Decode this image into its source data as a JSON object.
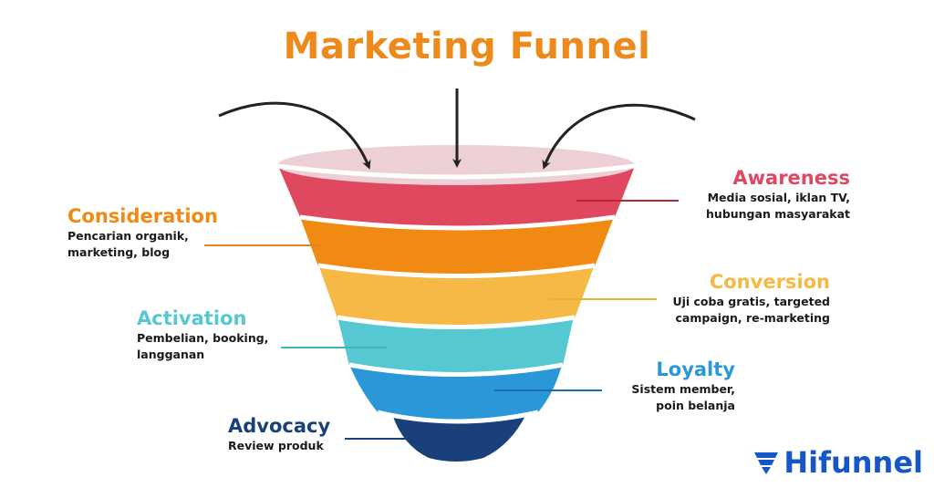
{
  "title": "Marketing Funnel",
  "stages": {
    "awareness": {
      "name": "Awareness",
      "desc": "Media sosial, iklan TV,\nhubungan masyarakat",
      "color": "#e04860"
    },
    "consideration": {
      "name": "Consideration",
      "desc": "Pencarian organik,\nmarketing, blog",
      "color": "#f08a12"
    },
    "conversion": {
      "name": "Conversion",
      "desc": "Uji coba gratis, targeted\ncampaign, re-marketing",
      "color": "#f6b945"
    },
    "activation": {
      "name": "Activation",
      "desc": "Pembelian, booking,\nlangganan",
      "color": "#55c8d2"
    },
    "loyalty": {
      "name": "Loyalty",
      "desc": "Sistem member,\npoin belanja",
      "color": "#2a97d9"
    },
    "advocacy": {
      "name": "Advocacy",
      "desc": "Review produk",
      "color": "#19407a"
    }
  },
  "logo": {
    "text": "Hifunnel",
    "color": "#1557c8",
    "icon": "funnel-icon"
  }
}
